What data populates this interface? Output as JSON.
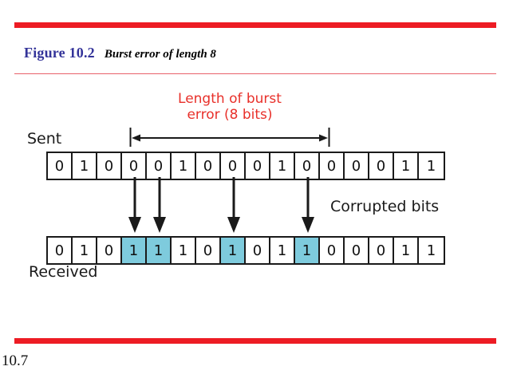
{
  "slide": {
    "figure_label": "Figure 10.2",
    "figure_caption": "Burst error of length 8",
    "page_number": "10.7",
    "accent_color": "#ed1c24",
    "title_color": "#333399",
    "highlight_color": "#7ecbdd",
    "caption_color": "#e8302a"
  },
  "figure": {
    "burst_caption_line1": "Length of burst",
    "burst_caption_line2": "error (8 bits)",
    "sent_label": "Sent",
    "received_label": "Received",
    "corrupted_label": "Corrupted bits"
  },
  "chart_data": {
    "type": "table",
    "title": "Burst error of length 8",
    "columns": 16,
    "rows": [
      {
        "name": "Sent",
        "bits": [
          "0",
          "1",
          "0",
          "0",
          "0",
          "1",
          "0",
          "0",
          "0",
          "1",
          "0",
          "0",
          "0",
          "0",
          "1",
          "1"
        ]
      },
      {
        "name": "Received",
        "bits": [
          "0",
          "1",
          "0",
          "1",
          "1",
          "1",
          "0",
          "1",
          "0",
          "1",
          "1",
          "0",
          "0",
          "0",
          "1",
          "1"
        ]
      }
    ],
    "corrupted_indices": [
      3,
      4,
      7,
      10
    ],
    "burst_span": {
      "start_index": 3,
      "end_index": 10,
      "length": 8,
      "label": "Length of burst error (8 bits)"
    },
    "annotations": [
      "Length of burst error (8 bits)",
      "Corrupted bits"
    ],
    "legend": [],
    "xlabel": "",
    "ylabel": ""
  }
}
